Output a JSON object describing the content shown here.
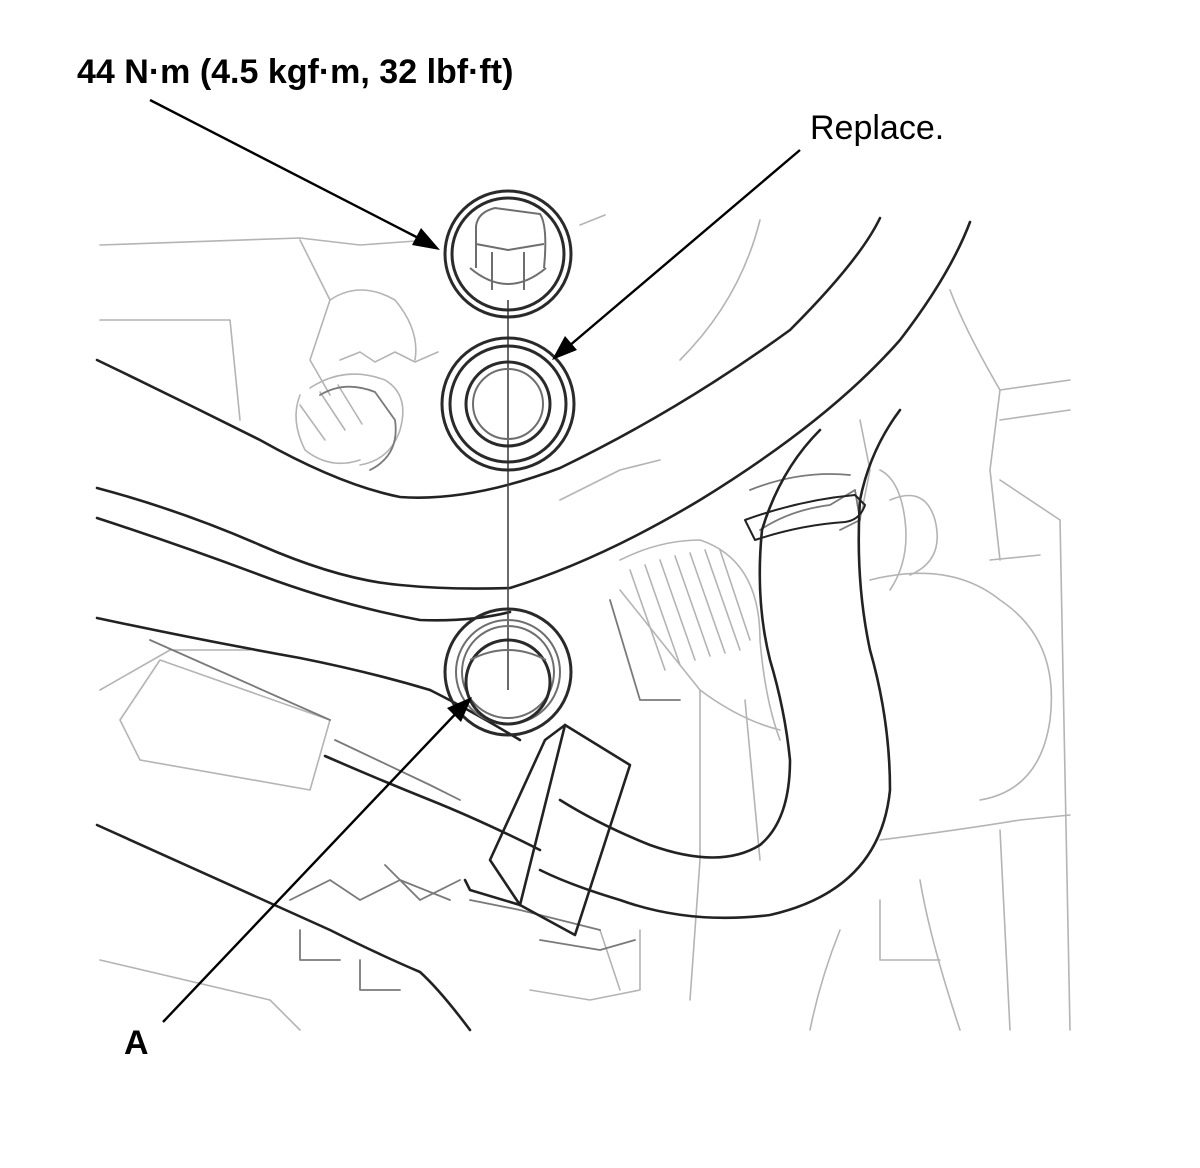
{
  "callouts": {
    "torque": "44 N·m (4.5 kgf·m, 32 lbf·ft)",
    "replace": "Replace.",
    "part_a": "A"
  },
  "parts": {
    "bolt": "flange-bolt-icon",
    "washer": "sealing-washer-icon",
    "port": "threaded-port-icon"
  },
  "colors": {
    "line_art": "#222222",
    "background_detail": "#b4b4b4",
    "text": "#000000"
  }
}
